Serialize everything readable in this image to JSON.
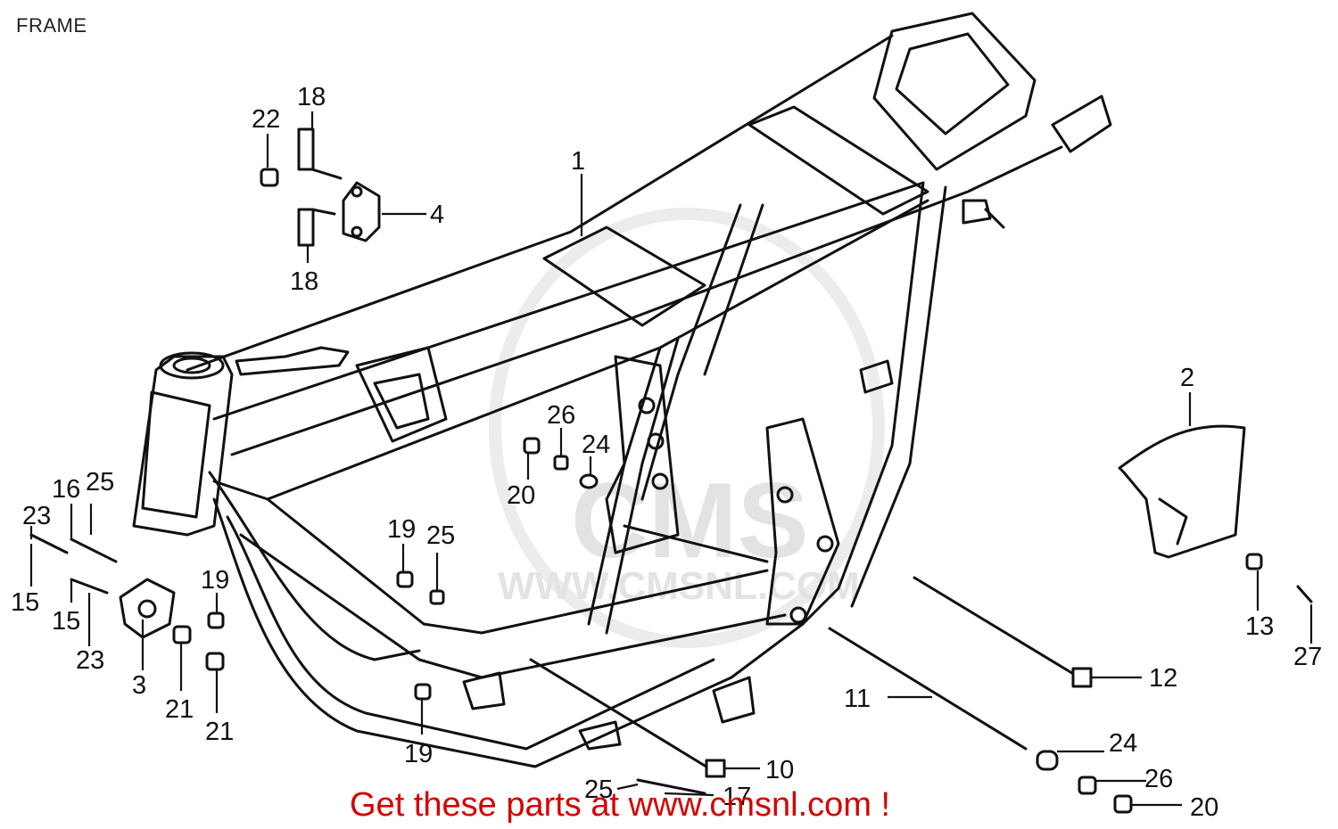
{
  "header": {
    "title": "FRAME"
  },
  "watermark": {
    "brand": "CMS",
    "url": "WWW.CMSNL.COM"
  },
  "footer": {
    "text": "Get these parts at www.cmsnl.com !"
  },
  "colors": {
    "footer_text": "#d40000",
    "line_art": "#111111",
    "watermark": "#e3e3e3"
  },
  "callouts": {
    "c1": "1",
    "c2": "2",
    "c3": "3",
    "c4": "4",
    "c10": "10",
    "c11": "11",
    "c12": "12",
    "c13": "13",
    "c15a": "15",
    "c15b": "15",
    "c16": "16",
    "c17": "17",
    "c18a": "18",
    "c18b": "18",
    "c19a": "19",
    "c19b": "19",
    "c19c": "19",
    "c20a": "20",
    "c20b": "20",
    "c21a": "21",
    "c21b": "21",
    "c22": "22",
    "c23a": "23",
    "c23b": "23",
    "c24a": "24",
    "c24b": "24",
    "c25a": "25",
    "c25b": "25",
    "c25c": "25",
    "c26a": "26",
    "c26b": "26",
    "c27": "27"
  }
}
